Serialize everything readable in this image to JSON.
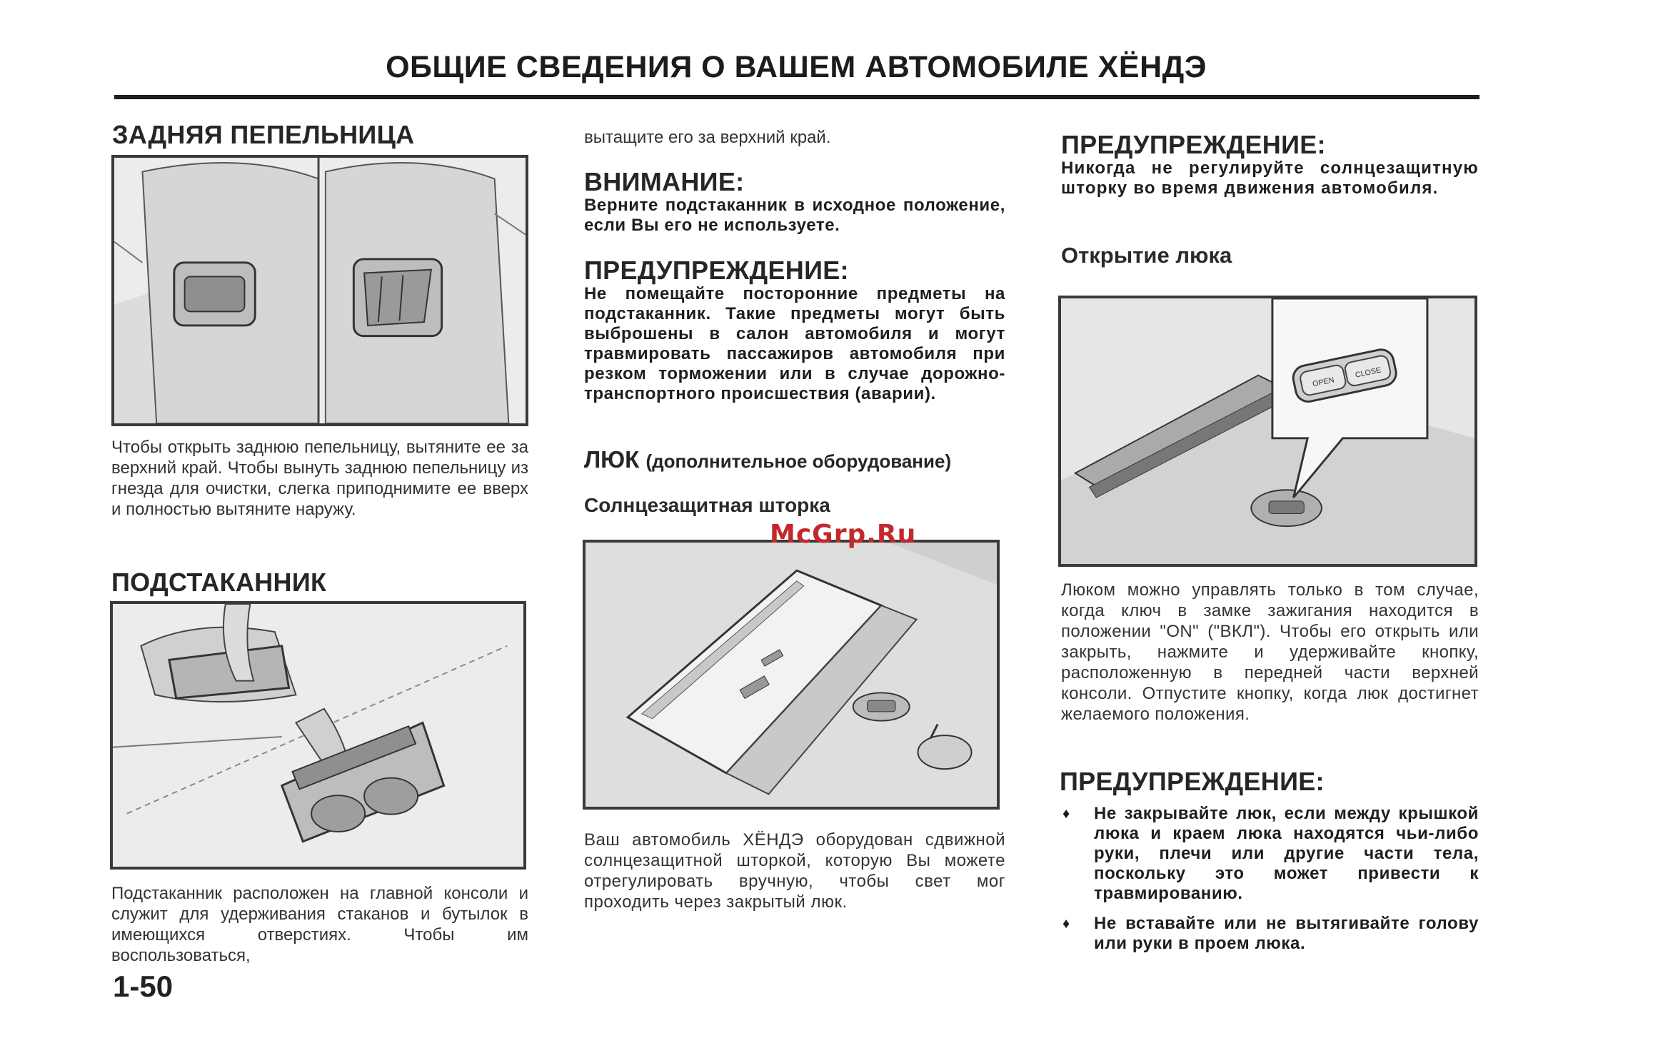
{
  "header": {
    "title": "ОБЩИЕ СВЕДЕНИЯ О ВАШЕМ АВТОМОБИЛЕ ХЁНДЭ"
  },
  "col1": {
    "ashtray_heading": "ЗАДНЯЯ ПЕПЕЛЬНИЦА",
    "ashtray_text": "Чтобы открыть заднюю пепельницу, вытяните ее за верхний край. Чтобы вынуть заднюю пепельницу из гнезда для очистки, слегка приподнимите ее вверх и полностью вытяните наружу.",
    "cupholder_heading": "ПОДСТАКАННИК",
    "cupholder_text": "Подстаканник расположен на главной консоли и служит для удерживания стаканов и бутылок в имеющихся отверстиях. Чтобы им воспользоваться,"
  },
  "col2": {
    "continued_text": "вытащите его за верхний край.",
    "attention_heading": "ВНИМАНИЕ:",
    "attention_text": "Верните подстаканник в исходное положение, если Вы его не используете.",
    "warning_heading": "ПРЕДУПРЕЖДЕНИЕ:",
    "warning_text": "Не помещайте посторонние предметы на подстаканник. Такие предметы могут быть выброшены в салон автомобиля и могут травмировать пассажиров автомобиля при резком торможении или в случае дорожно-транспортного происшествия (аварии).",
    "sunroof_heading_main": "ЛЮК",
    "sunroof_heading_note": "(дополнительное оборудование)",
    "sunshade_subheading": "Солнцезащитная шторка",
    "sunshade_text": "Ваш автомобиль ХЁНДЭ оборудован сдвижной солнцезащитной шторкой, которую Вы можете отрегулировать вручную, чтобы свет мог проходить через закрытый люк."
  },
  "col3": {
    "warning1_heading": "ПРЕДУПРЕЖДЕНИЕ:",
    "warning1_text": "Никогда не регулируйте солнцезащитную шторку во время движения автомобиля.",
    "opening_subheading": "Открытие люка",
    "button_labels": [
      "OPEN",
      "CLOSE"
    ],
    "opening_text": "Люком можно управлять только в том случае, когда ключ в замке зажигания находится в положении \"ON\" (\"ВКЛ\"). Чтобы его открыть или закрыть, нажмите и удерживайте кнопку, расположенную в передней части верхней консоли. Отпустите кнопку, когда люк достигнет желаемого положения.",
    "warning2_heading": "ПРЕДУПРЕЖДЕНИЕ:",
    "bullets": [
      "Не закрывайте люк, если между крышкой люка и краем люка находятся чьи-либо руки, плечи или другие части тела, поскольку это может привести к травмированию.",
      "Не вставайте или не вытягивайте голову или руки в проем люка."
    ]
  },
  "footer": {
    "page_number": "1-50"
  },
  "watermark": "McGrp.Ru",
  "colors": {
    "text": "#1a1a1a",
    "frame": "#3a3a3a",
    "watermark": "#c3282d"
  }
}
